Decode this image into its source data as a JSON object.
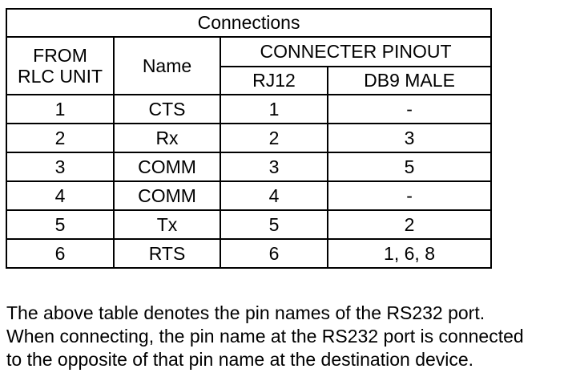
{
  "table": {
    "title": "Connections",
    "headers": {
      "from_line1": "FROM",
      "from_line2": "RLC UNIT",
      "name": "Name",
      "pinout": "CONNECTER PINOUT",
      "rj12": "RJ12",
      "db9": "DB9 MALE"
    },
    "rows": [
      {
        "from": "1",
        "name": "CTS",
        "rj12": "1",
        "db9": "-"
      },
      {
        "from": "2",
        "name": "Rx",
        "rj12": "2",
        "db9": "3"
      },
      {
        "from": "3",
        "name": "COMM",
        "rj12": "3",
        "db9": "5"
      },
      {
        "from": "4",
        "name": "COMM",
        "rj12": "4",
        "db9": "-"
      },
      {
        "from": "5",
        "name": "Tx",
        "rj12": "5",
        "db9": "2"
      },
      {
        "from": "6",
        "name": "RTS",
        "rj12": "6",
        "db9": "1, 6, 8"
      }
    ]
  },
  "note": {
    "lines": [
      "The above table denotes the pin names of the RS232 port.",
      "When connecting, the pin name at the RS232 port is connected",
      "to the opposite of that pin name at the destination device."
    ]
  }
}
